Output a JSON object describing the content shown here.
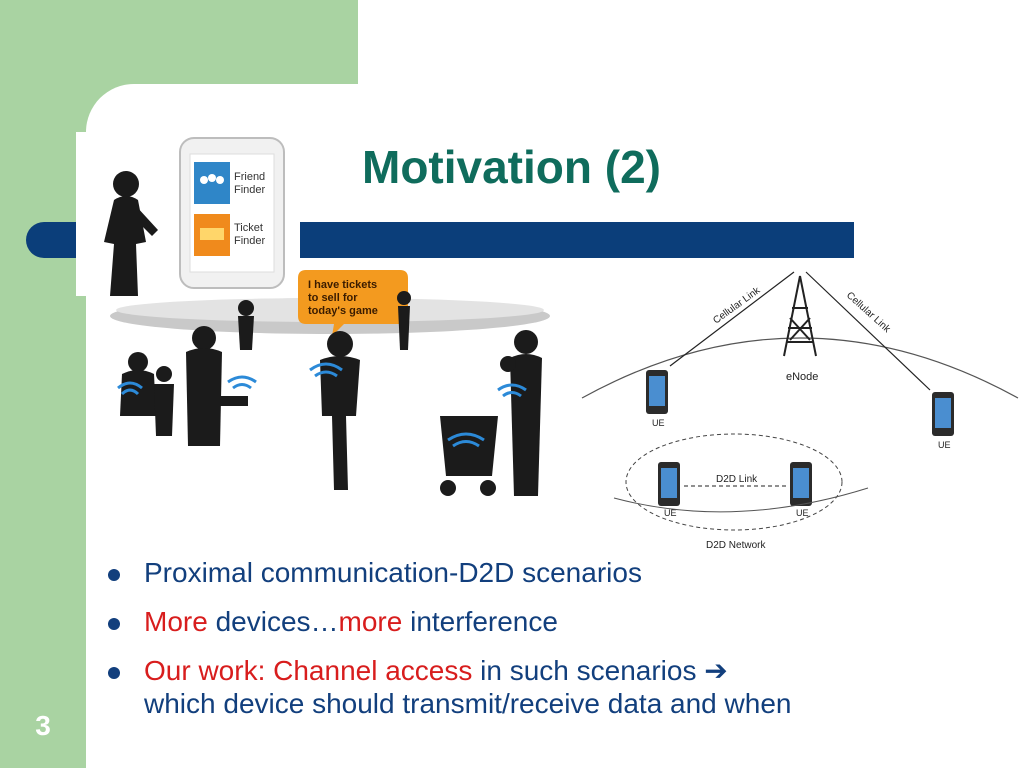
{
  "slide": {
    "title": "Motivation (2)",
    "page_number": "3"
  },
  "phone_app": {
    "tile1_line1": "Friend",
    "tile1_line2": "Finder",
    "tile2_line1": "Ticket",
    "tile2_line2": "Finder"
  },
  "speech_bubble": {
    "line1": "I have tickets",
    "line2": "to sell for",
    "line3": "today's game"
  },
  "network_diagram": {
    "cellular_link_left": "Cellular Link",
    "cellular_link_right": "Cellular Link",
    "enode": "eNode",
    "ue": "UE",
    "d2d_link": "D2D Link",
    "d2d_network": "D2D Network"
  },
  "bullets": {
    "b1": "Proximal communication-D2D scenarios",
    "b2_part1": "More",
    "b2_part2": " devices…",
    "b2_part3": "more",
    "b2_part4": " interference",
    "b3_part1": "Our work: Channel access",
    "b3_part2": " in such scenarios ",
    "b3_arrow": "➔",
    "b3_part3": "which device should transmit/receive data and when"
  },
  "colors": {
    "green_background": "#a9d3a2",
    "navy_bar": "#0b3e7a",
    "title_teal": "#0f6c5c",
    "bullet_blue": "#123f7d",
    "highlight_red": "#d81d1d"
  }
}
